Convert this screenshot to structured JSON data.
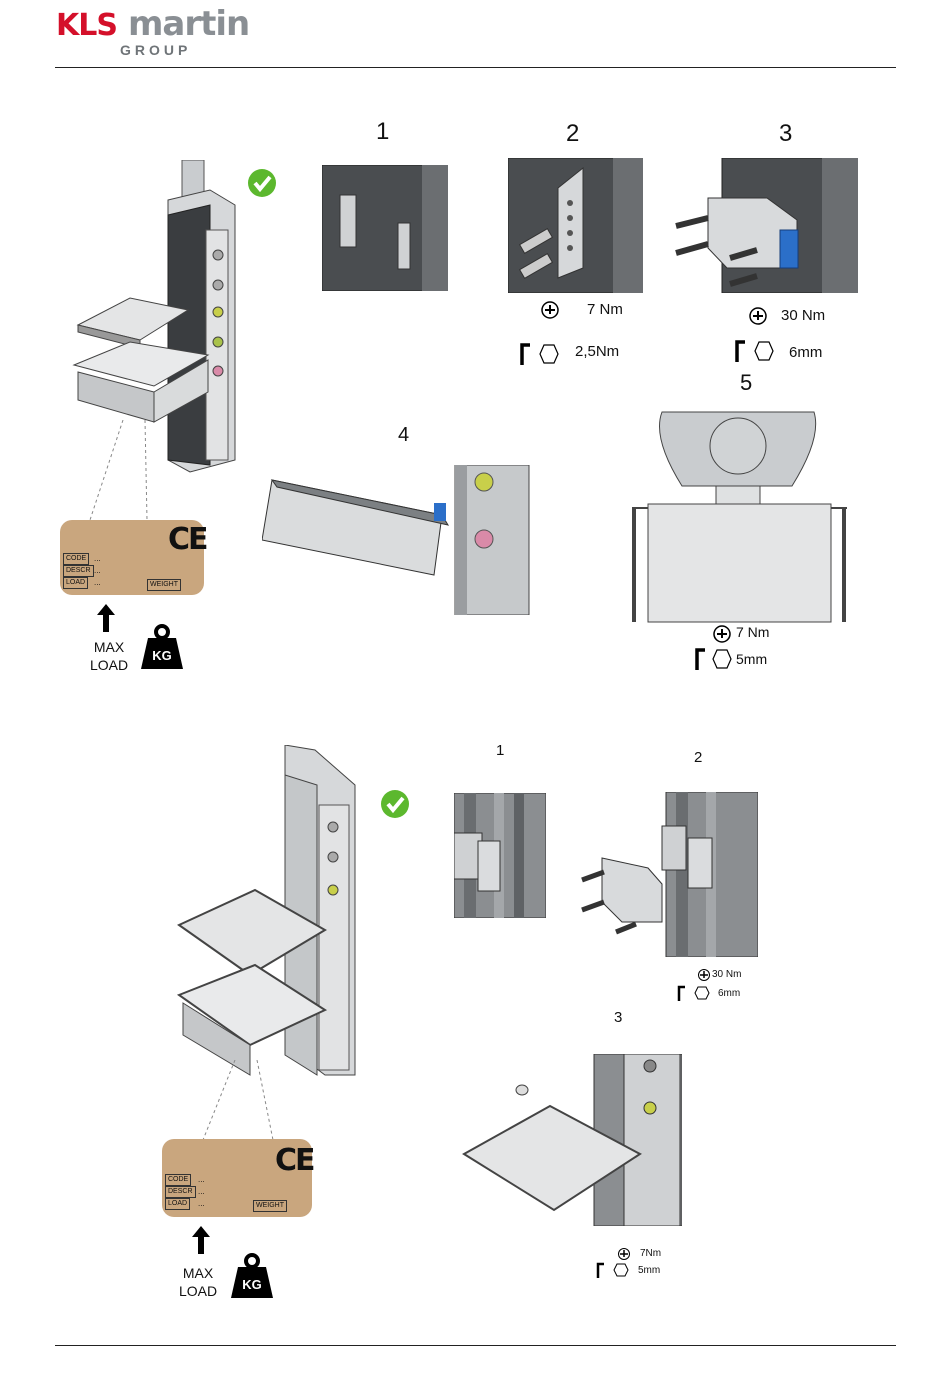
{
  "header": {
    "logo_kls": "KLS",
    "logo_martin": "martin",
    "logo_group": "GROUP"
  },
  "section1": {
    "steps": [
      "1",
      "2",
      "3",
      "4",
      "5"
    ],
    "step2_torque": "7 Nm",
    "step2_hex": "2,5Nm",
    "step3_torque": "30 Nm",
    "step3_hex": "6mm",
    "step5_torque": "7 Nm",
    "step5_hex": "5mm",
    "label": {
      "code": "CODE",
      "descr": "DESCR",
      "load": "LOAD",
      "weight": "WEIGHT",
      "dots": "...",
      "ce": "CE"
    },
    "max_load": "MAX",
    "max_load_2": "LOAD",
    "kg": "KG"
  },
  "section2": {
    "steps": [
      "1",
      "2",
      "3"
    ],
    "step2_torque": "30 Nm",
    "step2_hex": "6mm",
    "step3_torque": "7Nm",
    "step3_hex": "5mm",
    "label": {
      "code": "CODE",
      "descr": "DESCR",
      "load": "LOAD",
      "weight": "WEIGHT",
      "dots": "...",
      "ce": "CE"
    },
    "max_load": "MAX",
    "max_load_2": "LOAD",
    "kg": "KG"
  },
  "colors": {
    "brand_red": "#d4102a",
    "brand_grey": "#8a8f94",
    "check_green": "#5cb82e",
    "label_tan": "#c9a67e",
    "highlight_blue": "#2b6fc9"
  },
  "icons": [
    "check-icon",
    "torque-wrench-icon",
    "allen-key-icon",
    "hexagon-icon",
    "arrow-up-icon",
    "weight-icon"
  ]
}
